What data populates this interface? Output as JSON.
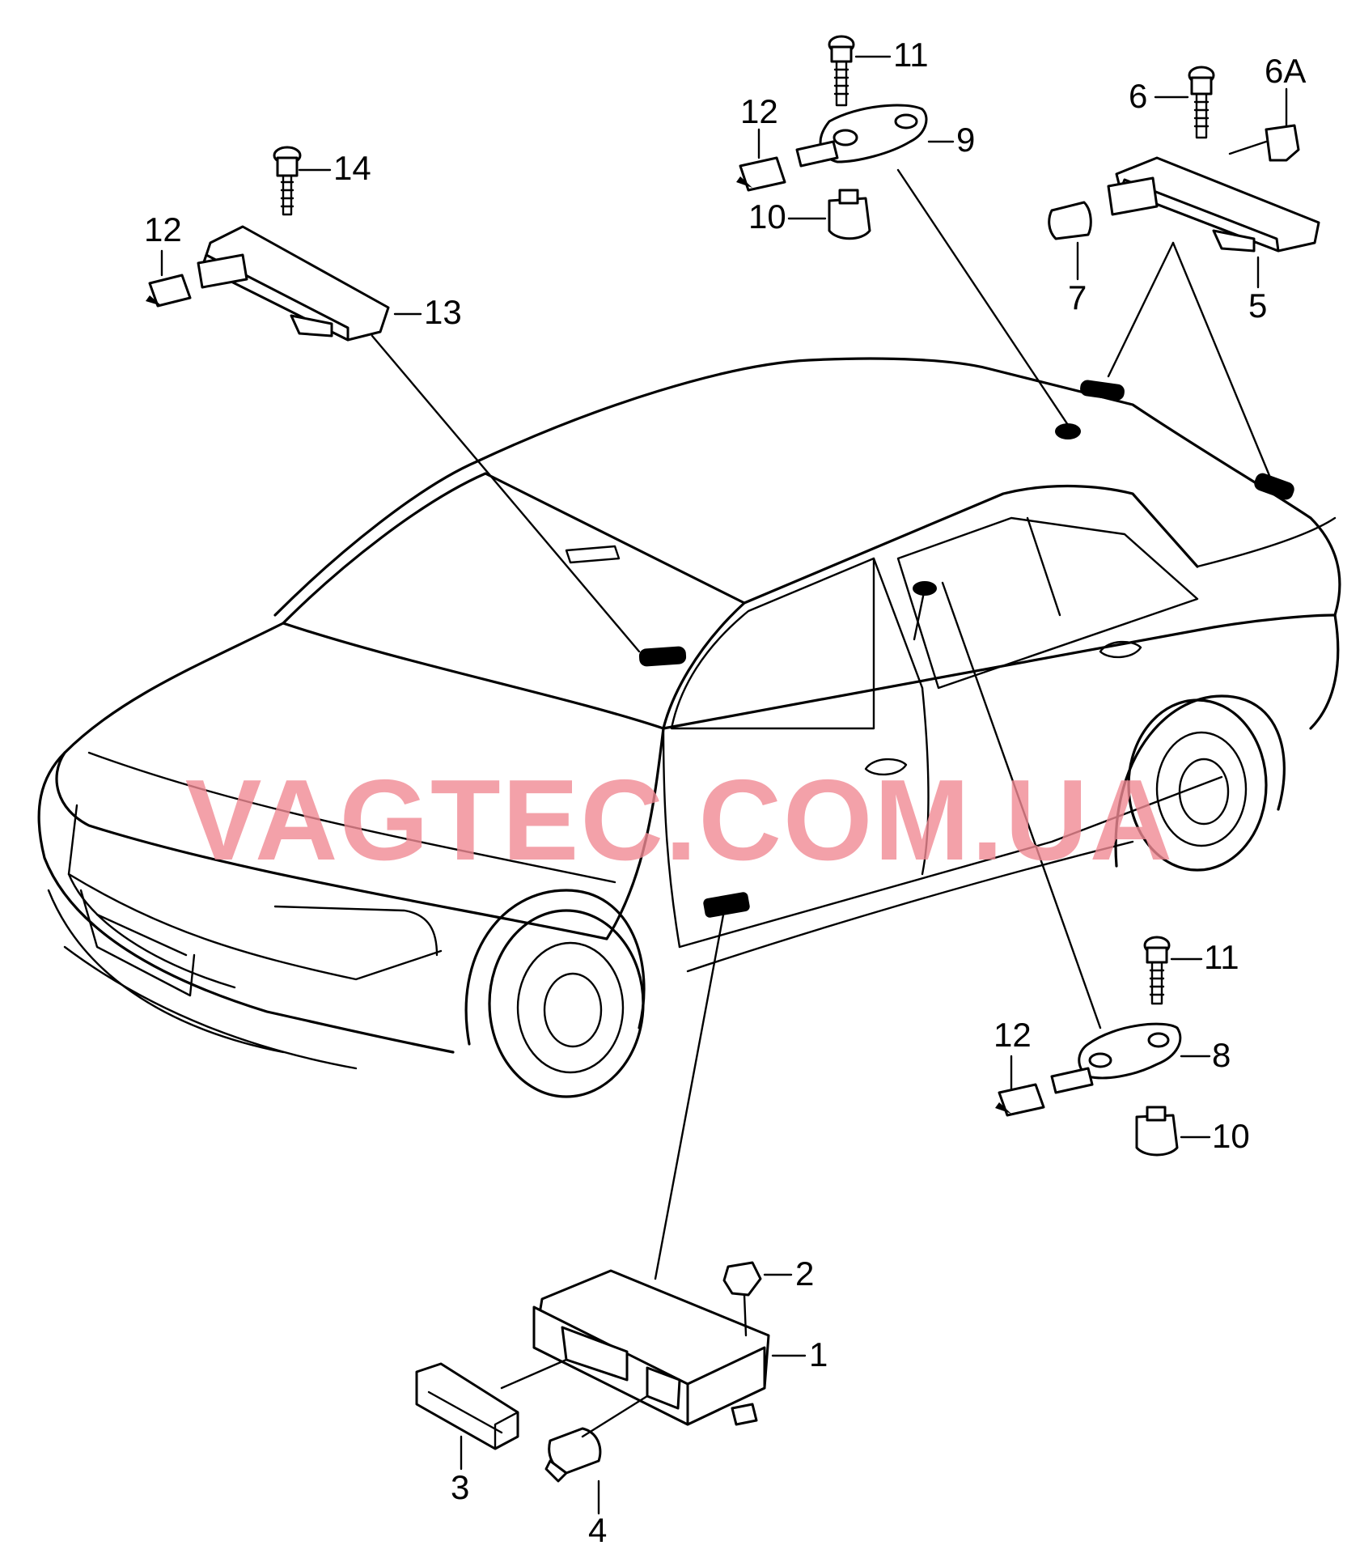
{
  "watermark": {
    "text": "VAGTEC.COM.UA",
    "color": "#f08a94"
  },
  "labels": {
    "p1": "1",
    "p2": "2",
    "p3": "3",
    "p4": "4",
    "p5": "5",
    "p6": "6",
    "p6a": "6A",
    "p7": "7",
    "p8": "8",
    "p9": "9",
    "p10_top": "10",
    "p10_bottom": "10",
    "p11_top": "11",
    "p11_bottom": "11",
    "p12_left": "12",
    "p12_top": "12",
    "p12_bottom": "12",
    "p13": "13",
    "p14": "14"
  },
  "colors": {
    "line": "#000000",
    "background": "#ffffff"
  }
}
